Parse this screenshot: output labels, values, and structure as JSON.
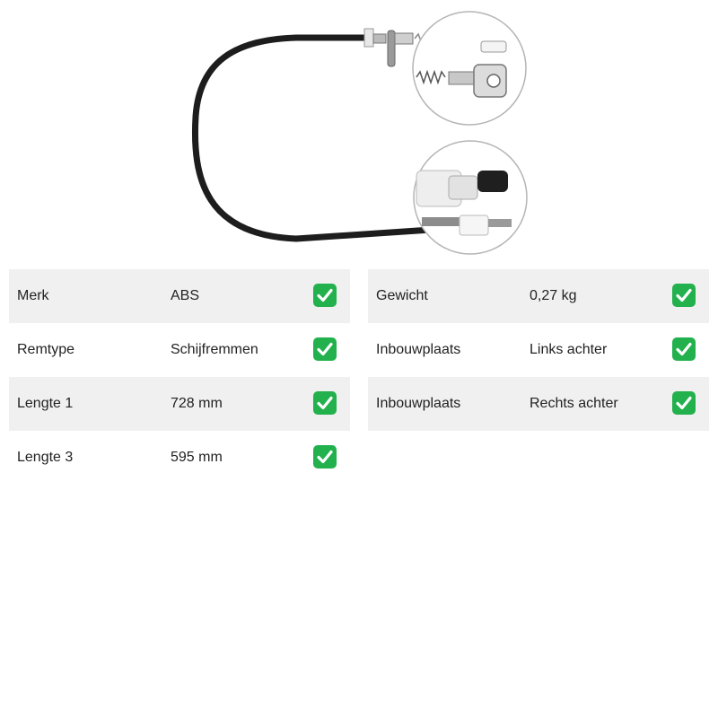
{
  "product_image": {
    "icon": "brake-cable-image"
  },
  "specs_left": [
    {
      "label": "Merk",
      "value": "ABS",
      "icon": "check-mark-icon"
    },
    {
      "label": "Remtype",
      "value": "Schijfremmen",
      "icon": "check-mark-icon"
    },
    {
      "label": "Lengte 1",
      "value": "728 mm",
      "icon": "check-mark-icon"
    },
    {
      "label": "Lengte 3",
      "value": "595 mm",
      "icon": "check-mark-icon"
    }
  ],
  "specs_right": [
    {
      "label": "Gewicht",
      "value": "0,27 kg",
      "icon": "check-mark-icon"
    },
    {
      "label": "Inbouwplaats",
      "value": "Links achter",
      "icon": "check-mark-icon"
    },
    {
      "label": "Inbouwplaats",
      "value": "Rechts achter",
      "icon": "check-mark-icon"
    }
  ],
  "colors": {
    "check_bg": "#22b14c",
    "row_shade": "#f0f0f0"
  }
}
